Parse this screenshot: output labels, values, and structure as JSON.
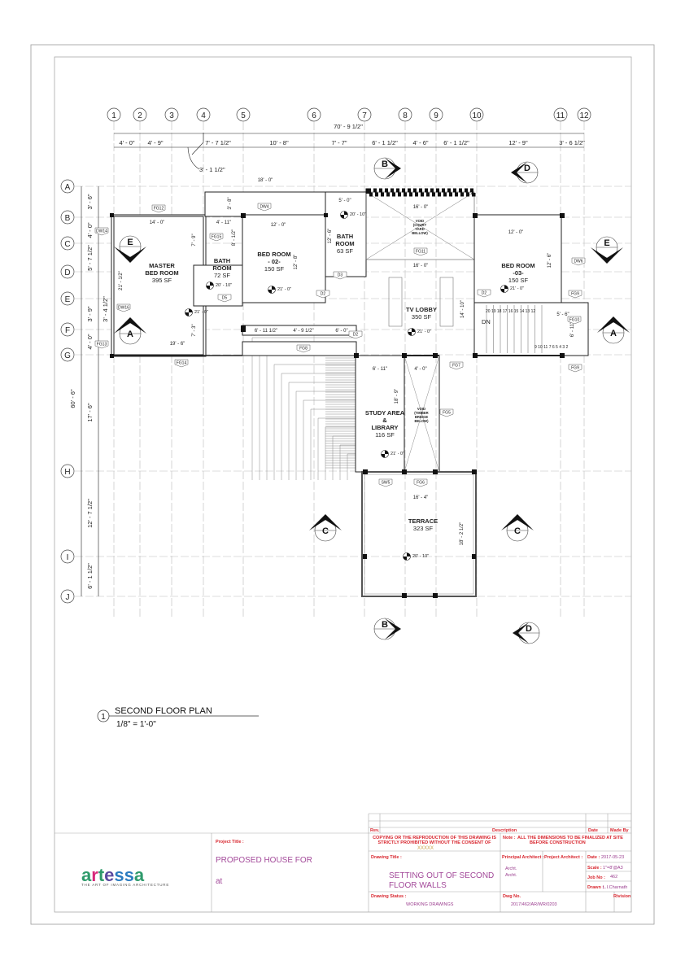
{
  "grid": {
    "columns": [
      "1",
      "2",
      "3",
      "4",
      "5",
      "6",
      "7",
      "8",
      "9",
      "10",
      "11",
      "12"
    ],
    "rows": [
      "A",
      "B",
      "C",
      "D",
      "E",
      "F",
      "G",
      "H",
      "I",
      "J"
    ]
  },
  "dims_top": {
    "overall": "70' - 9 1/2\"",
    "segments": [
      "4' - 0\"",
      "4' - 9\"",
      "7' - 7 1/2\"",
      "10' - 8\"",
      "7' - 7\"",
      "6' - 1 1/2\"",
      "4' - 6\"",
      "6' - 1 1/2\"",
      "12' - 9\"",
      "3' - 6 1/2\""
    ],
    "offset": "3' - 1 1/2\""
  },
  "dims_left": {
    "overall": "60' - 6\"",
    "segments": [
      "3' - 6\"",
      "4' - 0\"",
      "5' - 7 1/2\"",
      "3' - 9\"",
      "3' - 4 1/2\"",
      "4' - 0\"",
      "17' - 6\"",
      "12' - 7 1/2\"",
      "6' - 1 1/2\""
    ]
  },
  "dims_inner": [
    "18' - 0\"",
    "14' - 0\"",
    "4' - 11\"",
    "12' - 0\"",
    "5' - 0\"",
    "16' - 0\"",
    "16' - 0\"",
    "12' - 0\"",
    "19' - 6\"",
    "6' - 11 1/2\"",
    "4' - 9 1/2\"",
    "6' - 0\"",
    "5' - 6\"",
    "6' - 11\"",
    "4' - 0\"",
    "16' - 4\"",
    "21' - 1/2\"",
    "7' - 9\"",
    "7' - 3\"",
    "12' - 8\"",
    "12' - 6\"",
    "12' - 6\"",
    "14' - 10\"",
    "6' - 11\"",
    "18' - 9\"",
    "18' - 2 1/2\"",
    "3' - 8\"",
    "8' - 1/2\""
  ],
  "rooms": [
    {
      "name": "MASTER",
      "name2": "BED ROOM",
      "area": "395 SF"
    },
    {
      "name": "BATH",
      "name2": "ROOM",
      "area": "72 SF"
    },
    {
      "name": "BED ROOM",
      "name2": "- 02-",
      "area": "150 SF"
    },
    {
      "name": "BATH",
      "name2": "ROOM",
      "area": "63 SF"
    },
    {
      "name": "BED ROOM",
      "name2": "-03-",
      "area": "150 SF"
    },
    {
      "name": "TV LOBBY",
      "area": "350 SF"
    },
    {
      "name": "STUDY AREA",
      "name2": "&",
      "name3": "LIBRARY",
      "area": "116 SF"
    },
    {
      "name": "TERRACE",
      "area": "323 SF"
    }
  ],
  "voids": [
    {
      "l1": "VOID",
      "l2": "(COURT",
      "l3": "YARD",
      "l4": "BELLOW)"
    },
    {
      "l1": "VOID",
      "l2": "(TIMBER",
      "l3": "BRIDGE",
      "l4": "BELOW)"
    }
  ],
  "levels": [
    "21' - 0\"",
    "20' - 10\"",
    "21' - 0\"",
    "20' - 10\"",
    "21' - 0\"",
    "21' - 0\"",
    "21' - 0\"",
    "20' - 10\""
  ],
  "tags": [
    "FG12",
    "DW14",
    "DW16",
    "FG13",
    "FG14",
    "FG15",
    "DW4",
    "D5",
    "D3",
    "D2",
    "D2",
    "D2",
    "FG8",
    "FG11",
    "DW6",
    "FG9",
    "FG10",
    "FG9",
    "FG7",
    "FG5",
    "SW5",
    "FG6"
  ],
  "stairs": {
    "dn": "DN",
    "upper": "20 19 18 17 16 15 14 13 12",
    "lower": "9 10 11 7 6 5 4 3 2"
  },
  "sections": [
    "B",
    "D",
    "E",
    "E",
    "A",
    "A",
    "C",
    "C",
    "B",
    "D"
  ],
  "plan_title": {
    "number": "1",
    "title": "SECOND FLOOR PLAN",
    "scale": "1/8\" = 1'-0\""
  },
  "title_block": {
    "logo_text": "artessa",
    "logo_tagline": "THE ART OF IMAGING ARCHITECTURE",
    "project_title_label": "Project Title :",
    "project_title": "PROPOSED HOUSE FOR",
    "project_location": "at",
    "rev_label": "Rev.",
    "description_label": "Description",
    "date_label": "Date",
    "made_by_label": "Made By",
    "copyright_line1": "COPYING OR THE REPRODUCTION OF THIS DRAWING IS",
    "copyright_line2": "STRICTLY PROHIBITED WITHOUT THE CONSENT OF",
    "copyright_owner": "XXXXX",
    "note_label": "Note :",
    "note_line1": "ALL THE DIMENSIONS TO BE FINALIZED AT SITE",
    "note_line2": "BEFORE CONSTRUCTION",
    "drawing_title_label": "Drawing Title :",
    "drawing_title_line1": "SETTING OUT OF SECOND",
    "drawing_title_line2": "FLOOR WALLS",
    "principal_architect_label": "Principal Architect :",
    "principal_architect_value": "Archt.",
    "project_architect_label": "Project Architect :",
    "project_architect_value": "Archt.",
    "date_field_label": "Date :",
    "date_value": "2017-05-23",
    "scale_label": "Scale :",
    "scale_value": "1\"=8'@A3",
    "job_no_label": "Job No :",
    "job_no_value": "462",
    "drawn_label": "Drawn :",
    "drawn_value": "L.I.Charnath",
    "drawing_status_label": "Drawing Status :",
    "drawing_status_value": "WORKING DRAWINGS",
    "dwg_no_label": "Dwg No.",
    "dwg_no_value": "2017/462/AR/WR/0203",
    "revision_label": "Rivision"
  },
  "colors": {
    "accent_red": "#d8262e",
    "accent_purple": "#a34a9a",
    "logo": [
      "#2e9a6b",
      "#d8287a",
      "#2e9a6b",
      "#5b4aa0",
      "#2b7cc0",
      "#2b7cc0",
      "#2e9a6b"
    ]
  }
}
